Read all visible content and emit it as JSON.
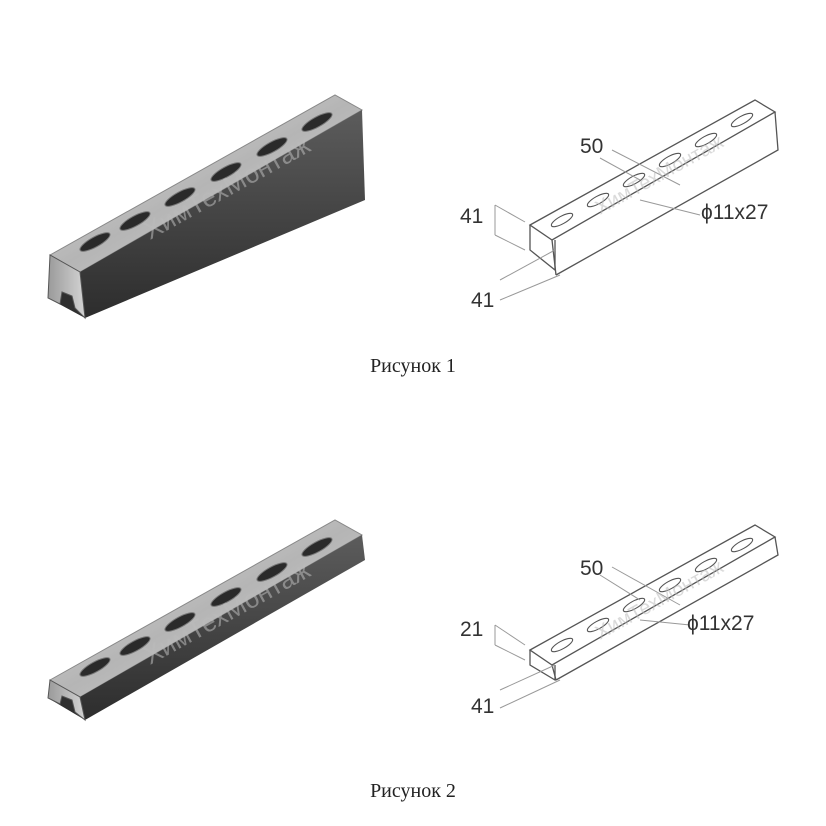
{
  "figures": [
    {
      "caption": "Рисунок 1",
      "dims": {
        "spacing": "50",
        "height": "41",
        "width": "41",
        "hole": "ϕ11x27"
      }
    },
    {
      "caption": "Рисунок 2",
      "dims": {
        "spacing": "50",
        "height": "21",
        "width": "41",
        "hole": "ϕ11x27"
      }
    }
  ],
  "watermark": "ХимТехМонтаж",
  "colors": {
    "metal_dark": "#3a3a3a",
    "metal_mid": "#7d7d7d",
    "metal_light": "#c9c9c9",
    "line": "#555555"
  }
}
